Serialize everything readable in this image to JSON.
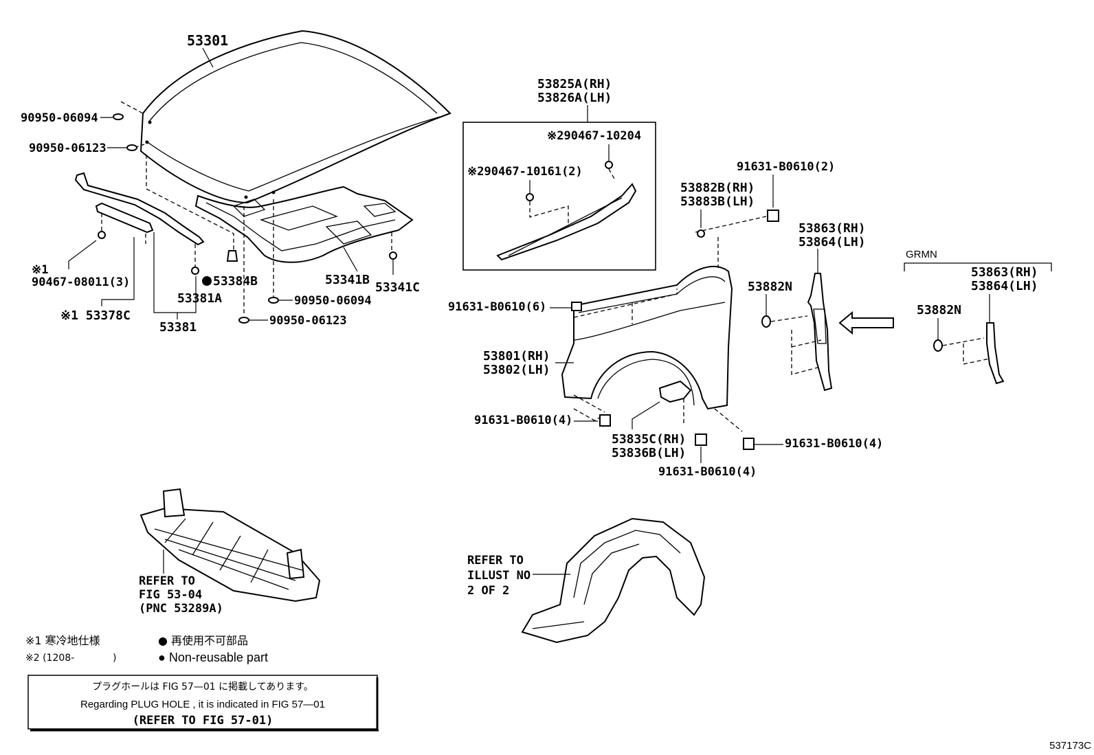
{
  "hood": {
    "pn": "53301"
  },
  "hood_left": {
    "cushion_1": "90950-06094",
    "cushion_2": "90950-06123"
  },
  "seal": {
    "mark1": "※1",
    "clip": "90467-08011(3)",
    "seal_pn": "※1 53378C",
    "seal_main": "53381",
    "seal_sub": "53381A",
    "cushion_b": "53384B"
  },
  "insulator": {
    "pn_b": "53341B",
    "pn_c": "53341C",
    "cushion_1": "90950-06094",
    "cushion_2": "90950-06123"
  },
  "cowl_seal": {
    "rh": "53825A(RH)",
    "lh": "53826A(LH)",
    "clip_a": "※290467-10204",
    "clip_b": "※290467-10161(2)"
  },
  "fender": {
    "rh": "53801(RH)",
    "lh": "53802(LH)",
    "bolt_top": "91631-B0610(6)",
    "bolt_bottom_left": "91631-B0610(4)",
    "bolt_bottom_right": "91631-B0610(4)",
    "bolt_bottom_mid": "91631-B0610(4)",
    "bolt_upper": "91631-B0610(2)",
    "seal_rh": "53882B(RH)",
    "seal_lh": "53883B(LH)",
    "protector_rh": "53835C(RH)",
    "protector_lh": "53836B(LH)"
  },
  "bracket": {
    "rh": "53863(RH)",
    "lh": "53864(LH)",
    "clip": "53882N"
  },
  "grmn": {
    "label": "GRMN",
    "rh": "53863(RH)",
    "lh": "53864(LH)",
    "clip": "53882N"
  },
  "ref_under_cover": {
    "line1": "REFER TO",
    "line2": "FIG 53-04",
    "line3": "(PNC 53289A)"
  },
  "ref_liner": {
    "line1": "REFER TO",
    "line2": "ILLUST NO",
    "line3": "2 OF 2"
  },
  "legend": {
    "note1": "※1 寒冷地仕様",
    "note2_a": "※2 (1208-",
    "note2_b": ")",
    "nonreuse_jp": "● 再使用不可部品",
    "nonreuse_en": "● Non-reusable part"
  },
  "plug_box": {
    "line1": "プラグホールは FIG  57—01 に掲載してあります。",
    "line2": "Regarding  PLUG  HOLE , it is indicated in  FIG  57—01",
    "line3": "(REFER TO FIG 57-01)"
  },
  "figure_id": "537173C"
}
